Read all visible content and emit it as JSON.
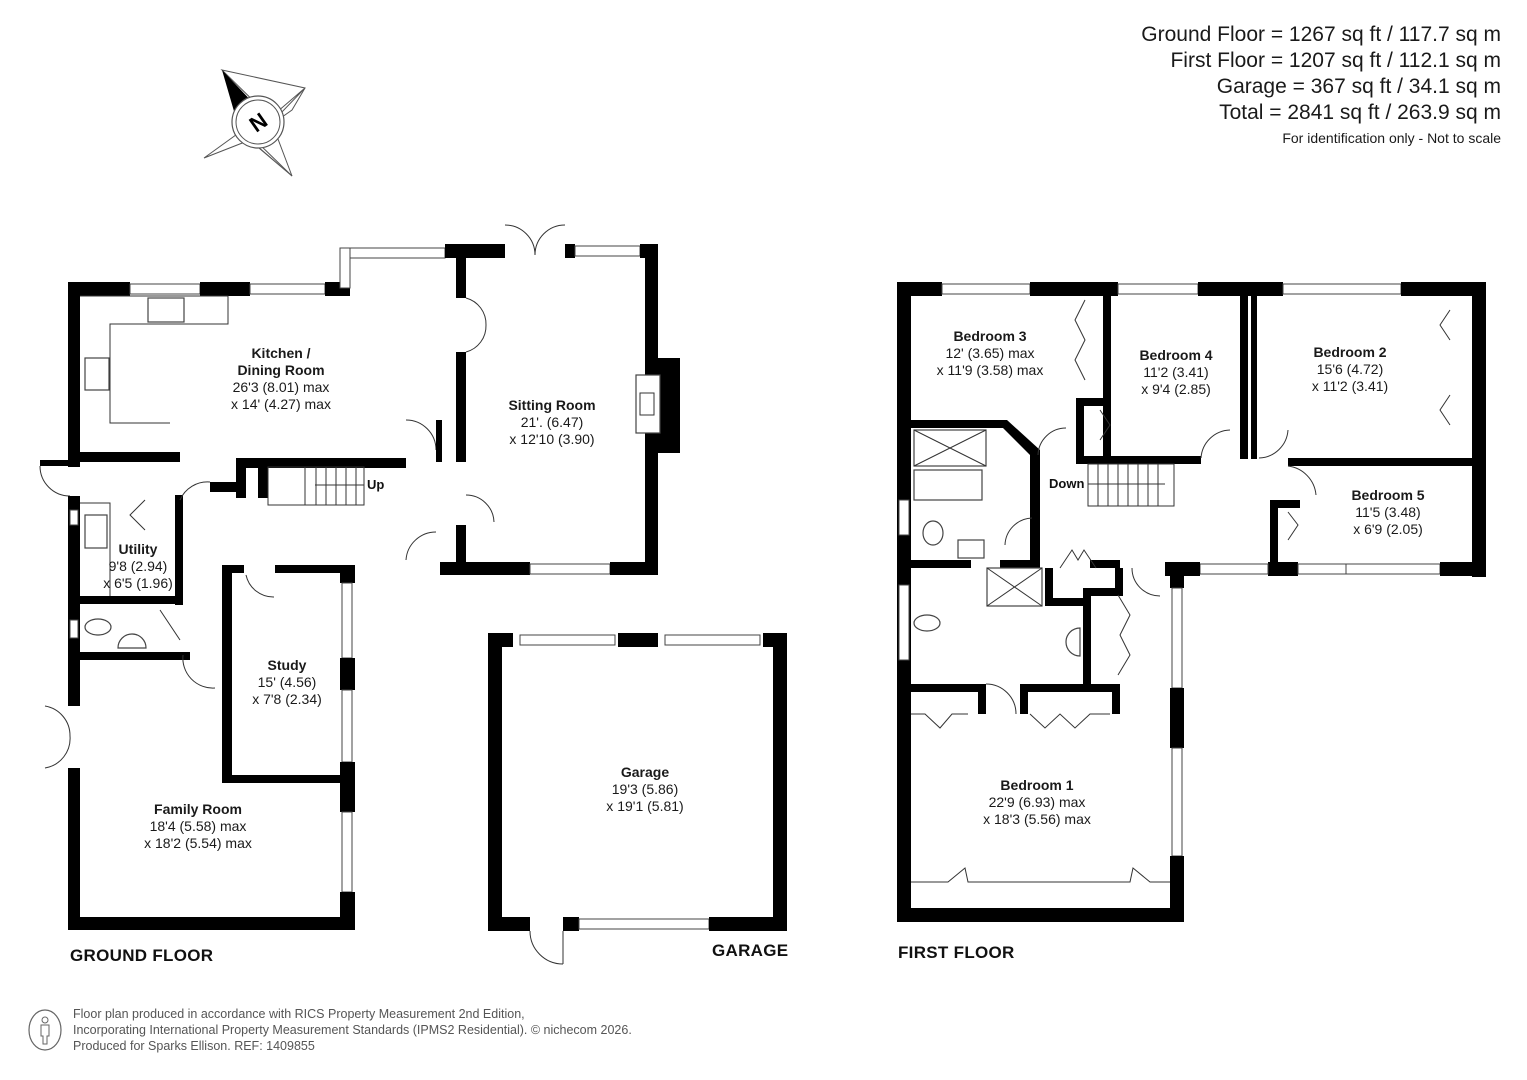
{
  "area_summary": {
    "lines": [
      "Ground Floor = 1267 sq ft / 117.7 sq m",
      "First Floor = 1207 sq ft / 112.1 sq m",
      "Garage = 367 sq ft / 34.1 sq m",
      "Total = 2841 sq ft / 263.9 sq m"
    ],
    "note": "For identification only - Not to scale"
  },
  "compass": {
    "icon": "compass-north-icon",
    "label": "N"
  },
  "floors": {
    "ground": {
      "label": "GROUND FLOOR",
      "stairs_label": "Up",
      "rooms": [
        {
          "name": "Kitchen /",
          "name2": "Dining Room",
          "dim1": "26'3 (8.01) max",
          "dim2": "x 14' (4.27) max"
        },
        {
          "name": "Sitting Room",
          "dim1": "21'. (6.47)",
          "dim2": "x 12'10 (3.90)"
        },
        {
          "name": "Utility",
          "dim1": "9'8 (2.94)",
          "dim2": "x 6'5 (1.96)"
        },
        {
          "name": "Study",
          "dim1": "15' (4.56)",
          "dim2": "x 7'8 (2.34)"
        },
        {
          "name": "Family Room",
          "dim1": "18'4 (5.58) max",
          "dim2": "x 18'2 (5.54) max"
        }
      ]
    },
    "garage": {
      "label": "GARAGE",
      "rooms": [
        {
          "name": "Garage",
          "dim1": "19'3 (5.86)",
          "dim2": "x 19'1 (5.81)"
        }
      ]
    },
    "first": {
      "label": "FIRST FLOOR",
      "stairs_label": "Down",
      "rooms": [
        {
          "name": "Bedroom 3",
          "dim1": "12' (3.65) max",
          "dim2": "x 11'9 (3.58) max"
        },
        {
          "name": "Bedroom 4",
          "dim1": "11'2 (3.41)",
          "dim2": "x 9'4 (2.85)"
        },
        {
          "name": "Bedroom 2",
          "dim1": "15'6 (4.72)",
          "dim2": "x 11'2 (3.41)"
        },
        {
          "name": "Bedroom 5",
          "dim1": "11'5 (3.48)",
          "dim2": "x 6'9 (2.05)"
        },
        {
          "name": "Bedroom 1",
          "dim1": "22'9 (6.93) max",
          "dim2": "x 18'3 (5.56) max"
        }
      ]
    }
  },
  "footer": {
    "line1": "Floor plan produced in accordance with RICS Property Measurement 2nd Edition,",
    "line2": "Incorporating International Property Measurement Standards (IPMS2 Residential).   © nichecom 2026.",
    "line3": "Produced for Sparks Ellison.   REF: 1409855",
    "icon": "person-measure-icon"
  }
}
